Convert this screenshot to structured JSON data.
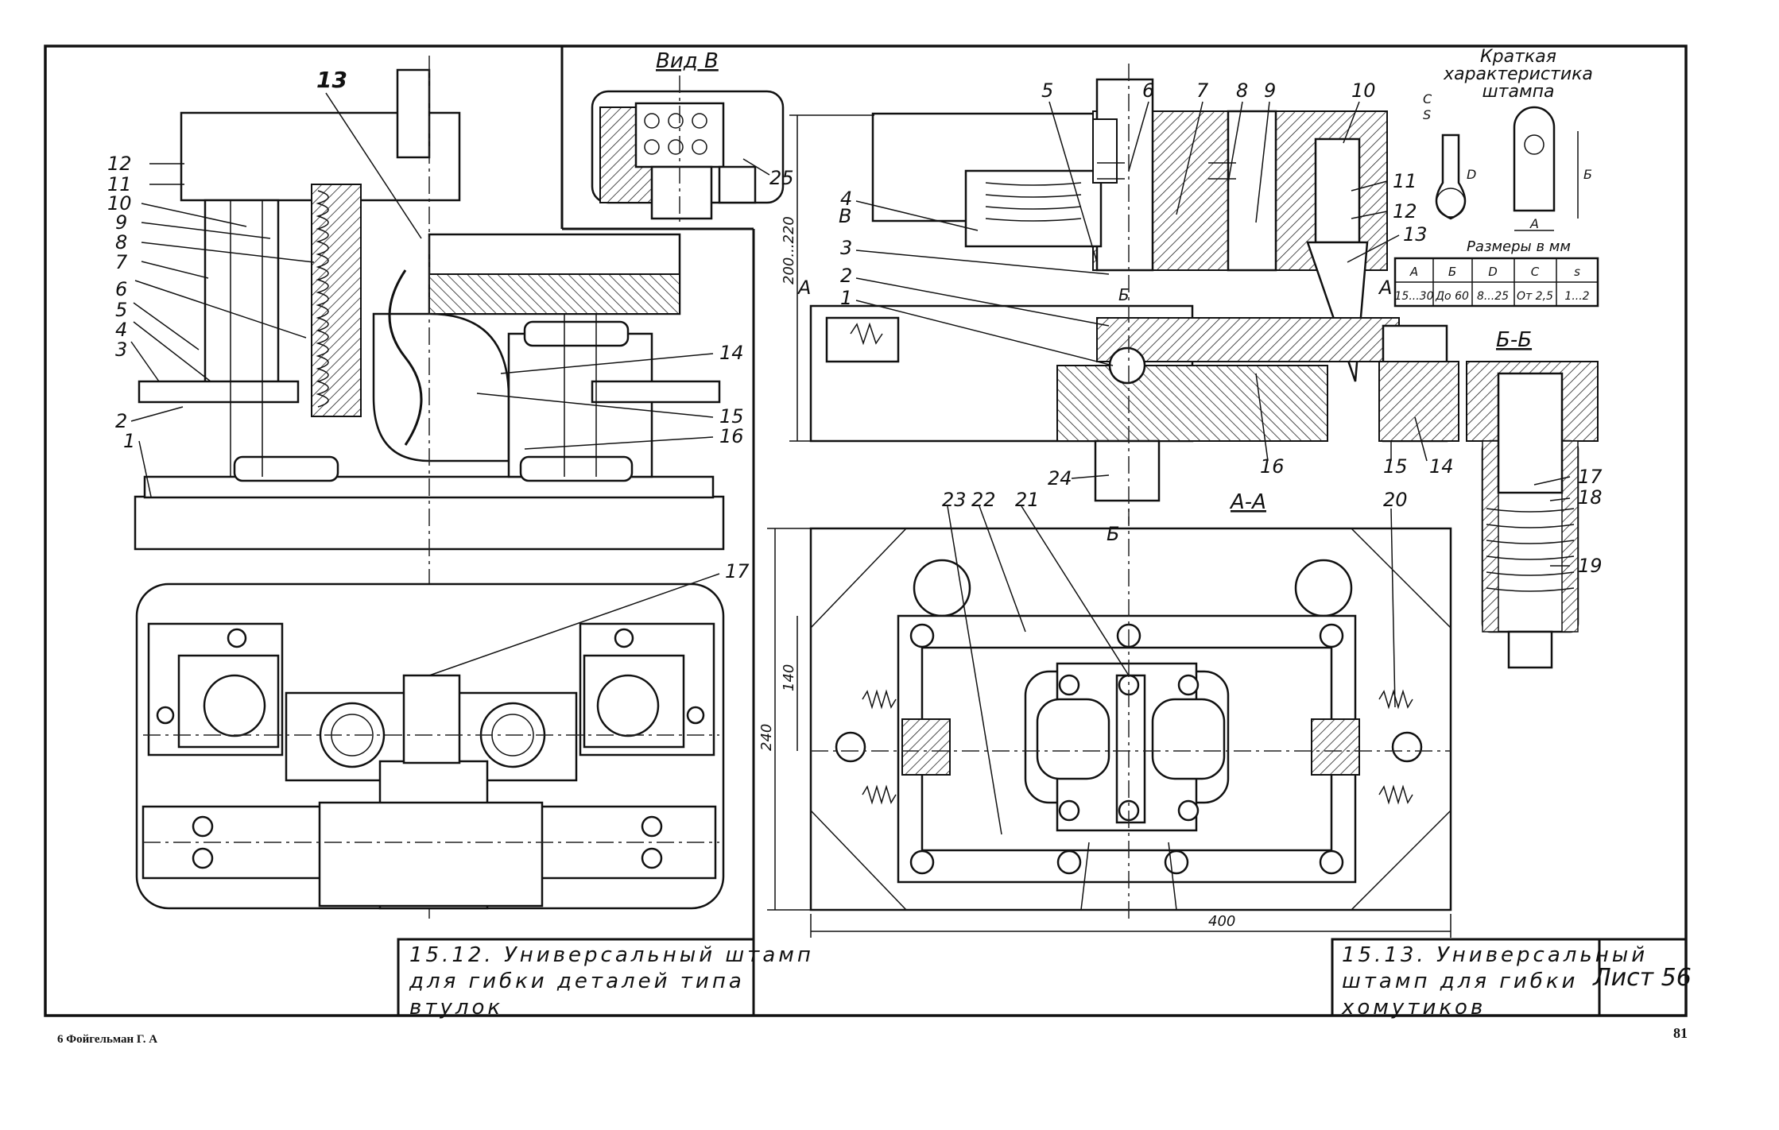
{
  "fig1": {
    "title": "15.12. Универсальный штамп\nдля гибки деталей типа\nвтулок",
    "callouts": [
      "1",
      "2",
      "3",
      "4",
      "5",
      "6",
      "7",
      "8",
      "9",
      "10",
      "11",
      "12",
      "13",
      "14",
      "15",
      "16",
      "17"
    ]
  },
  "fig2": {
    "title": "15.13. Универсальный\nштамп для гибки\nхомутиков",
    "view_b": "Вид В",
    "callout_25": "25",
    "section_aa": "А-А",
    "section_bb": "Б-Б",
    "arrow_v": "В",
    "arrow_a_left": "А",
    "arrow_a_right": "А",
    "arrow_b_top": "Б",
    "arrow_b_bottom": "Б",
    "dim_height": "200...220",
    "dim_140": "140",
    "dim_240": "240",
    "dim_400": "400",
    "callouts": [
      "1",
      "2",
      "3",
      "4",
      "5",
      "6",
      "7",
      "8",
      "9",
      "10",
      "11",
      "12",
      "13",
      "14",
      "15",
      "16",
      "17",
      "18",
      "19",
      "20",
      "21",
      "22",
      "23",
      "24"
    ]
  },
  "characteristics": {
    "heading": "Краткая\nхарактеристика\nштампа",
    "dim_c": "С",
    "dim_s": "S",
    "dim_d": "D",
    "dim_a": "А",
    "dim_b": "Б",
    "units": "Размеры в мм",
    "columns": [
      "А",
      "Б",
      "D",
      "С",
      "s"
    ],
    "values": [
      "15...30",
      "До 60",
      "8...25",
      "От 2,5",
      "1...2"
    ]
  },
  "sheet": {
    "sheet_label": "Лист 56",
    "footer_left": "6 Фойгельман Г. А",
    "page_number": "81"
  }
}
